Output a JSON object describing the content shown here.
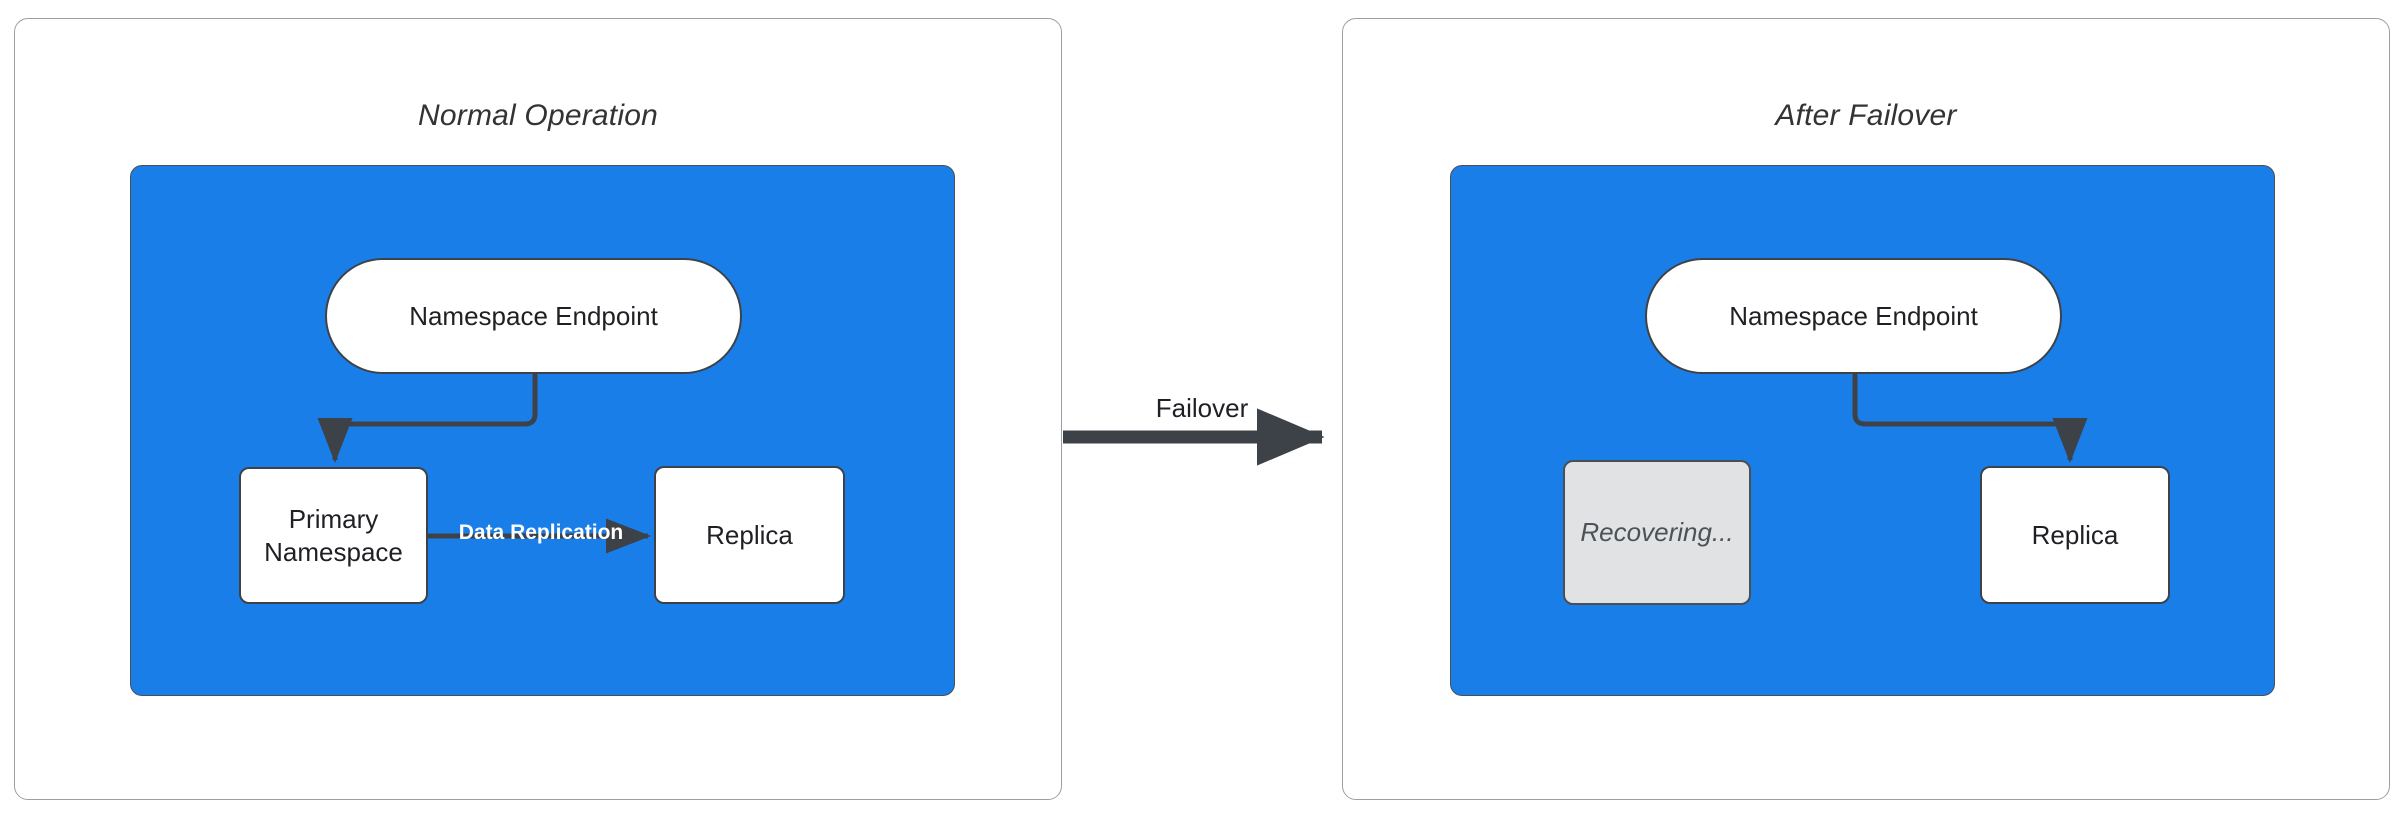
{
  "diagram": {
    "title_left": "Normal Operation",
    "title_right": "After Failover",
    "transition_label": "Failover",
    "colors": {
      "cluster_fill": "#1a7ee8",
      "node_fill": "#ffffff",
      "node_stroke": "#3c4248",
      "dim_node_fill": "#e0e2e4",
      "edge_stroke": "#3c4248",
      "panel_stroke": "#9aa0a6",
      "label_on_blue": "#ffffff",
      "text": "#1f2023"
    }
  },
  "panels": [
    {
      "id": "normal-operation",
      "title": "Normal Operation",
      "nodes": [
        {
          "id": "endpoint",
          "label": "Namespace Endpoint",
          "shape": "stadium",
          "state": "active"
        },
        {
          "id": "primary",
          "label": "Primary\nNamespace",
          "line1": "Primary",
          "line2": "Namespace",
          "shape": "rect",
          "state": "active"
        },
        {
          "id": "replica",
          "label": "Replica",
          "shape": "rect",
          "state": "active"
        }
      ],
      "edges": [
        {
          "from": "endpoint",
          "to": "primary",
          "label": "",
          "arrow": true
        },
        {
          "from": "primary",
          "to": "replica",
          "label": "Data Replication",
          "arrow": true
        }
      ]
    },
    {
      "id": "after-failover",
      "title": "After Failover",
      "nodes": [
        {
          "id": "endpoint",
          "label": "Namespace Endpoint",
          "shape": "stadium",
          "state": "active"
        },
        {
          "id": "recovering",
          "label": "Recovering...",
          "shape": "rect",
          "state": "dimmed"
        },
        {
          "id": "replica",
          "label": "Replica",
          "shape": "rect",
          "state": "active"
        }
      ],
      "edges": [
        {
          "from": "endpoint",
          "to": "replica",
          "label": "",
          "arrow": true
        }
      ]
    }
  ],
  "transition": {
    "label": "Failover",
    "from_panel": "normal-operation",
    "to_panel": "after-failover"
  }
}
